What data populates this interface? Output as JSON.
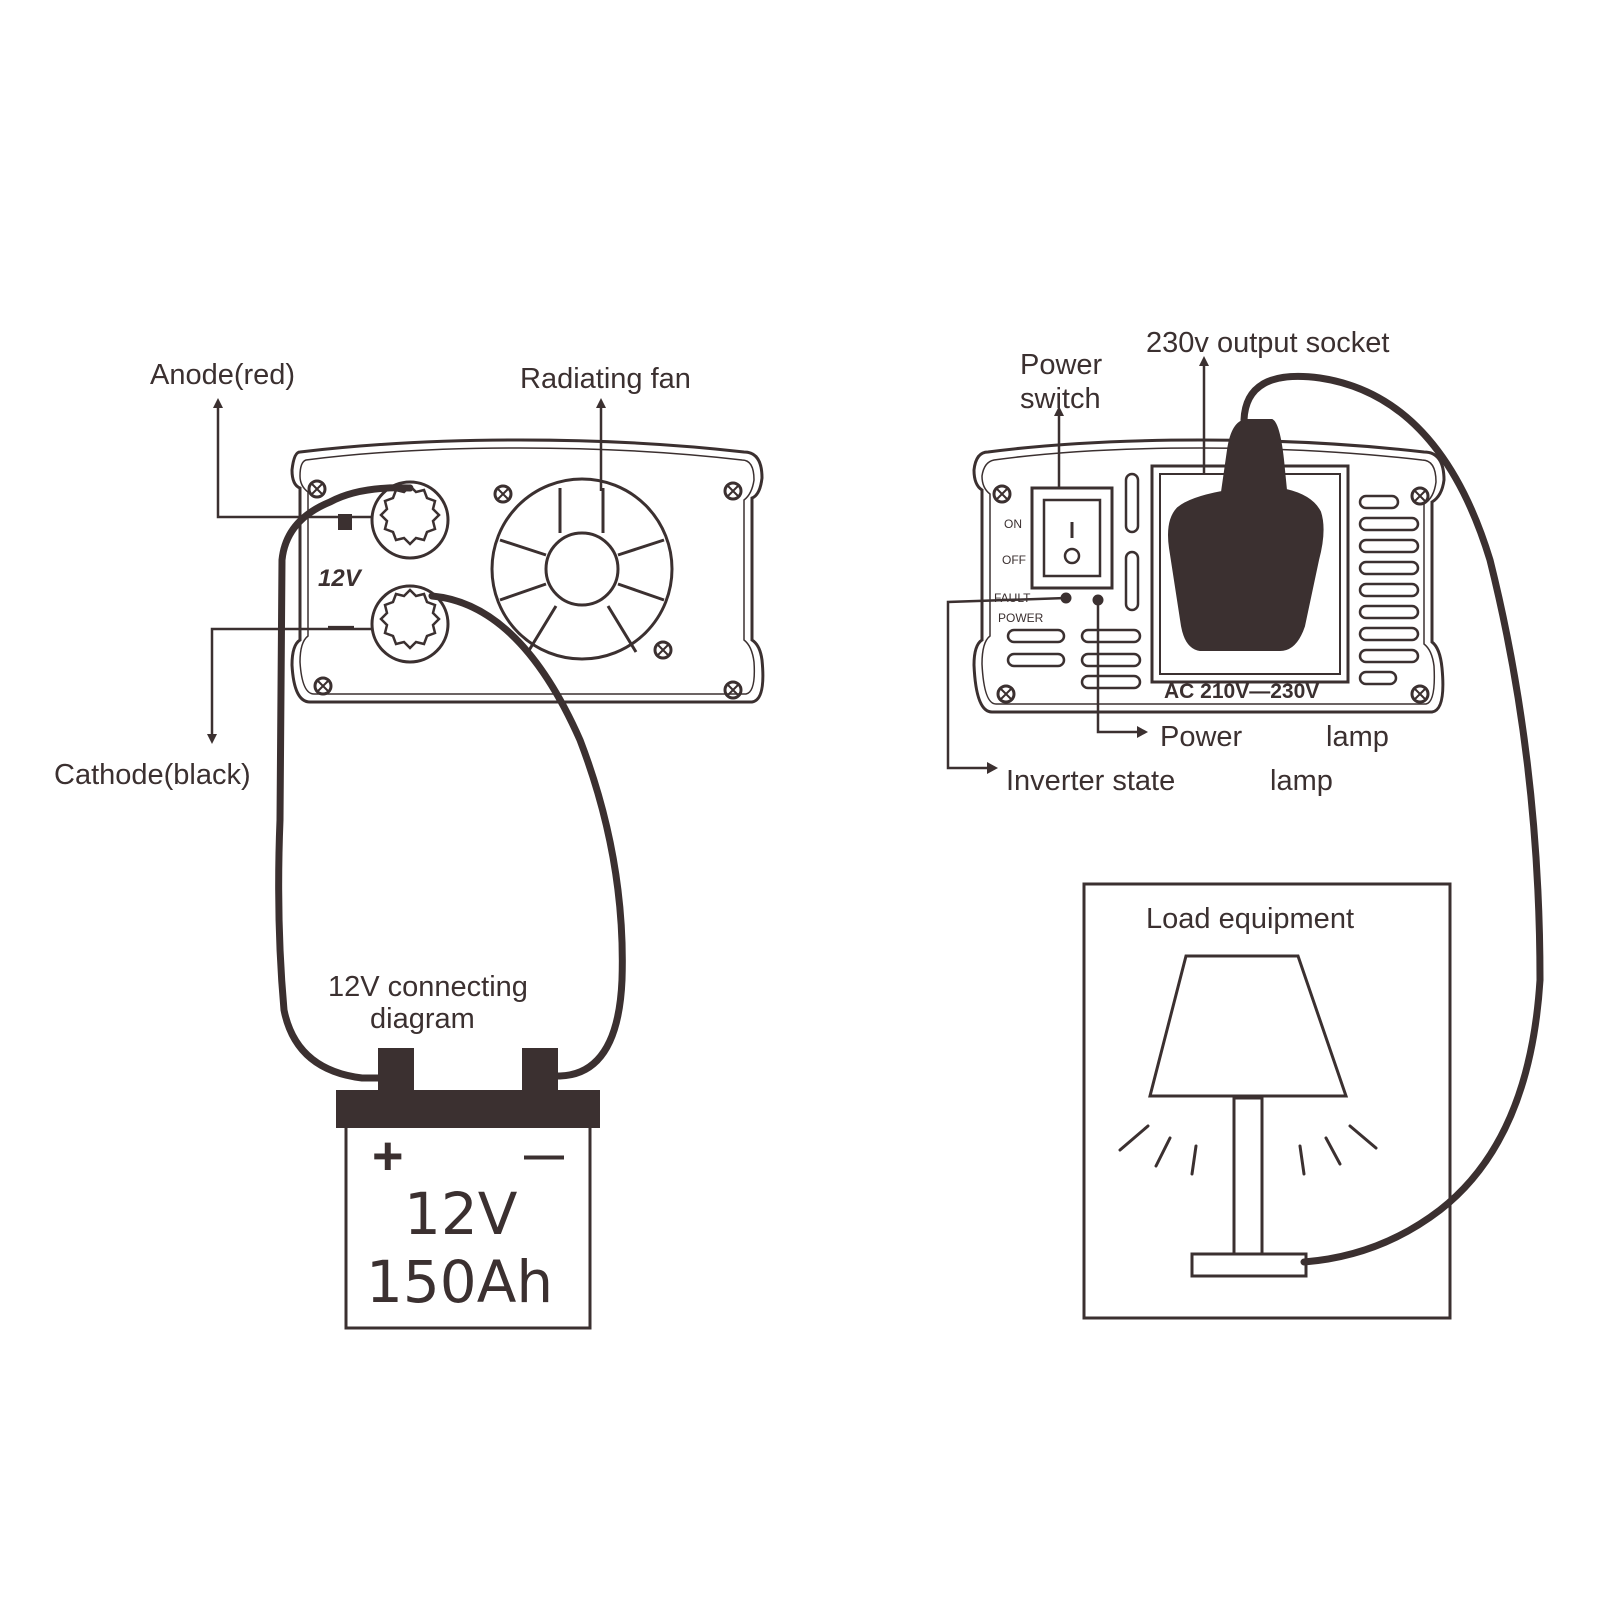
{
  "colors": {
    "ink": "#3b3030",
    "background": "#ffffff"
  },
  "left_panel": {
    "anode_label": "Anode(red)",
    "fan_label": "Radiating fan",
    "cathode_label": "Cathode(black)",
    "panel_voltage": "12V",
    "minus_sign": "—"
  },
  "right_panel": {
    "power_switch_label": [
      "Power",
      "switch"
    ],
    "socket_label": "230v output socket",
    "on_label": "ON",
    "off_label": "OFF",
    "fault_label": "FAULT",
    "power_small_label": "POWER",
    "ac_range": "AC 210V—230V",
    "power_lamp_label": [
      "Power",
      "lamp"
    ],
    "inverter_lamp_label": [
      "Inverter state",
      "lamp"
    ]
  },
  "battery": {
    "caption": [
      "12V connecting",
      "diagram"
    ],
    "plus": "+",
    "minus": "—",
    "voltage": "12V",
    "capacity": "150Ah"
  },
  "load": {
    "label": "Load equipment"
  }
}
